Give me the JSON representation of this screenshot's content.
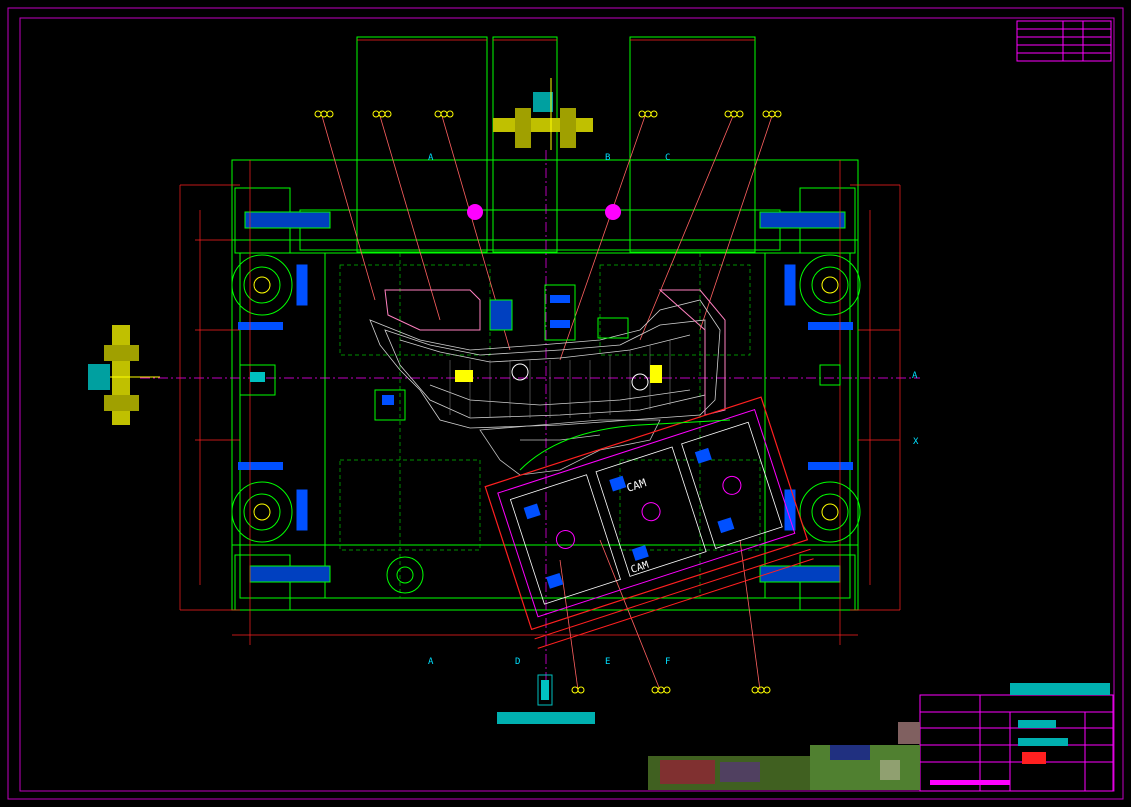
{
  "drawing": {
    "label_cam": "CAM",
    "label_x": "X",
    "section_markers": [
      "A",
      "B",
      "C",
      "D",
      "E",
      "F"
    ]
  },
  "colors": {
    "background": "#000000",
    "frame": "#c000c0",
    "outline": "#00ff00",
    "dimension": "#ff2020",
    "center": "#ff00ff",
    "part": "#ffffff",
    "accent": "#00e0ff",
    "yellow": "#ffff00",
    "blue": "#0050ff",
    "pink": "#ff80c0"
  }
}
